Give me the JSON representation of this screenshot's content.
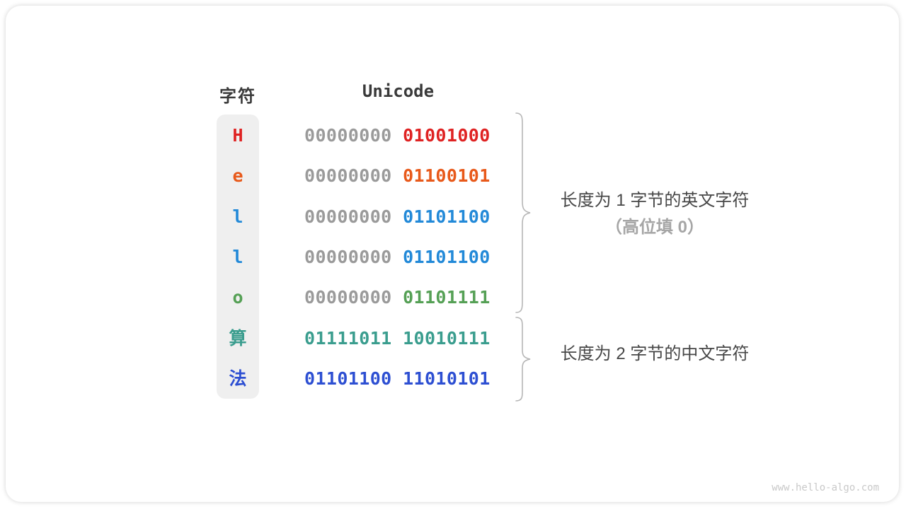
{
  "table": {
    "char_header": "字符",
    "unicode_header": "Unicode",
    "rows": [
      {
        "char": "H",
        "byte1": "00000000",
        "byte2": "01001000",
        "char_color": "#df2222",
        "byte1_color": "#9a9a9a",
        "byte2_color": "#df2222"
      },
      {
        "char": "e",
        "byte1": "00000000",
        "byte2": "01100101",
        "char_color": "#e8591a",
        "byte1_color": "#9a9a9a",
        "byte2_color": "#e8591a"
      },
      {
        "char": "l",
        "byte1": "00000000",
        "byte2": "01101100",
        "char_color": "#2289d8",
        "byte1_color": "#9a9a9a",
        "byte2_color": "#2289d8"
      },
      {
        "char": "l",
        "byte1": "00000000",
        "byte2": "01101100",
        "char_color": "#2289d8",
        "byte1_color": "#9a9a9a",
        "byte2_color": "#2289d8"
      },
      {
        "char": "o",
        "byte1": "00000000",
        "byte2": "01101111",
        "char_color": "#55a055",
        "byte1_color": "#9a9a9a",
        "byte2_color": "#55a055"
      },
      {
        "char": "算",
        "byte1": "01111011",
        "byte2": "10010111",
        "char_color": "#3a9d8e",
        "byte1_color": "#3a9d8e",
        "byte2_color": "#3a9d8e"
      },
      {
        "char": "法",
        "byte1": "01101100",
        "byte2": "11010101",
        "char_color": "#2d4fd2",
        "byte1_color": "#2d4fd2",
        "byte2_color": "#2d4fd2"
      }
    ]
  },
  "annotations": {
    "group1_line1": "长度为 1 字节的英文字符",
    "group1_line2": "（高位填 0）",
    "group2_line1": "长度为 2 字节的中文字符"
  },
  "colors": {
    "brace": "#b5b5b5",
    "char_column_bg": "#efefef",
    "header_text": "#3a3a3a",
    "annotation_text": "#474747",
    "annotation_muted": "#a6a6a6"
  },
  "watermark": "www.hello-algo.com"
}
